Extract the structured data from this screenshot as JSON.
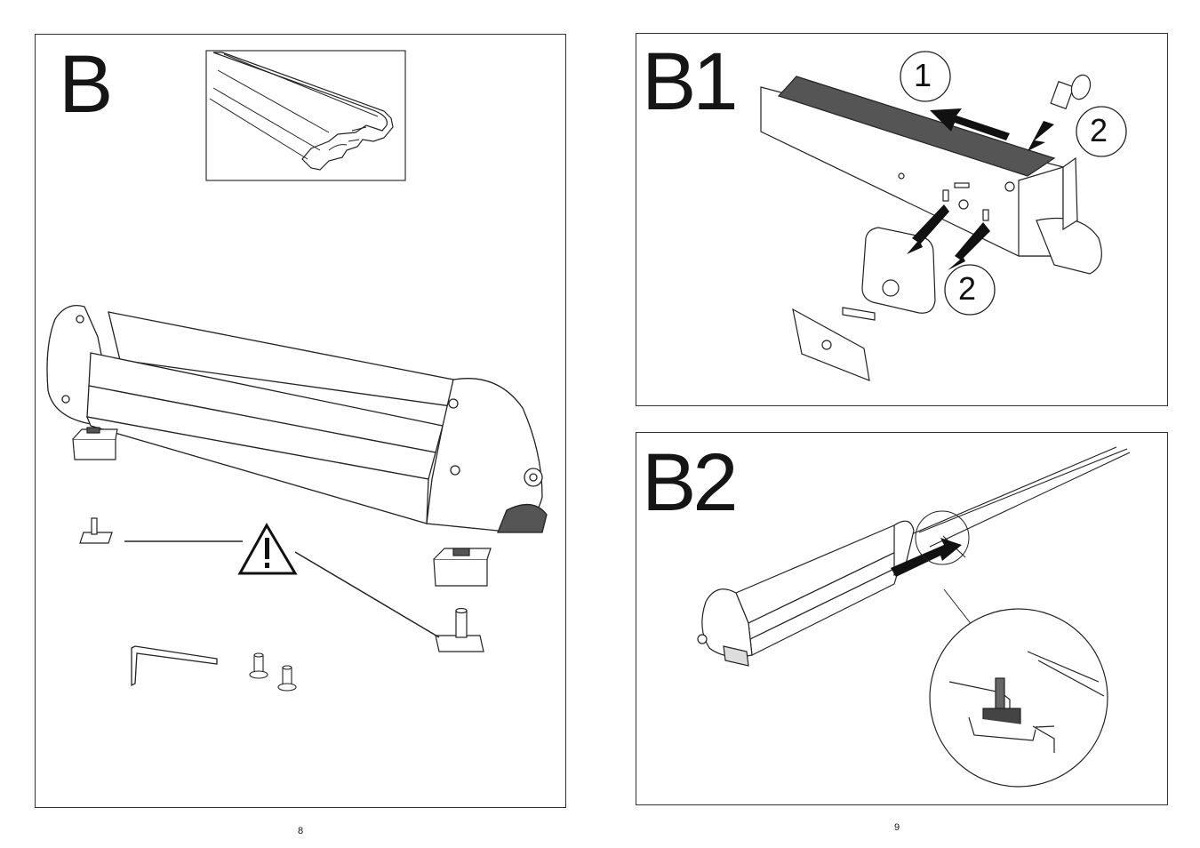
{
  "pages": [
    {
      "panels": [
        {
          "label": "B"
        }
      ],
      "page_number": "8"
    },
    {
      "panels": [
        {
          "label": "B1",
          "callouts": [
            "1",
            "2",
            "2"
          ]
        },
        {
          "label": "B2"
        }
      ],
      "page_number": "9"
    }
  ],
  "icons": {
    "warning": "warning-triangle-icon"
  }
}
